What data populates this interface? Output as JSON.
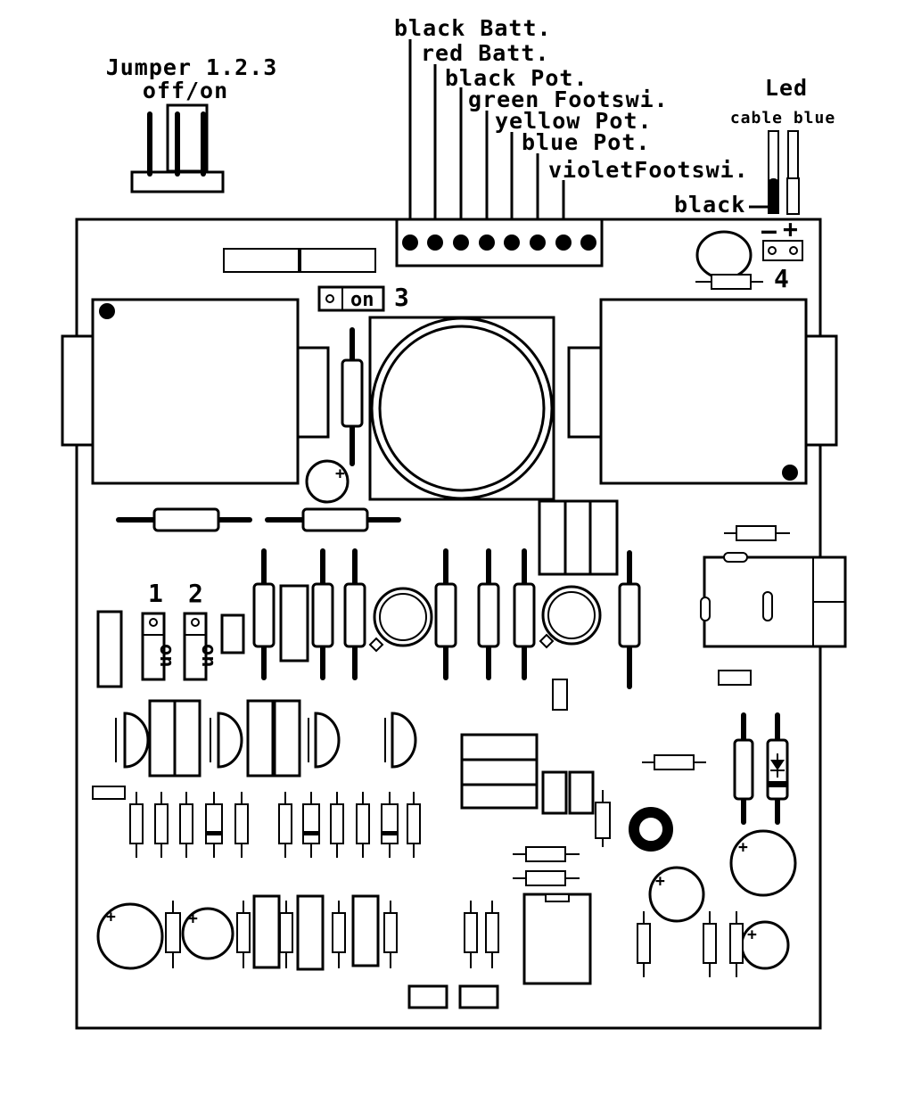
{
  "jumper": {
    "title": "Jumper 1.2.3",
    "state": "off/on"
  },
  "wires": [
    {
      "label": "black Batt."
    },
    {
      "label": "red Batt."
    },
    {
      "label": "black Pot."
    },
    {
      "label": "green Footswi."
    },
    {
      "label": "yellow Pot."
    },
    {
      "label": "blue Pot."
    },
    {
      "label": "violetFootswi."
    }
  ],
  "led": {
    "title": "Led",
    "cable_label": "cable blue",
    "black_label": "black",
    "minus": "–",
    "plus": "+",
    "number": "4"
  },
  "jumpers_on_board": {
    "j3_label": "on",
    "j3_number": "3",
    "j1_number": "1",
    "j2_number": "2",
    "j1_label": "on",
    "j2_label": "on"
  },
  "polarity_mark": "+",
  "colors": {
    "ink": "#000000",
    "paper": "#ffffff"
  }
}
